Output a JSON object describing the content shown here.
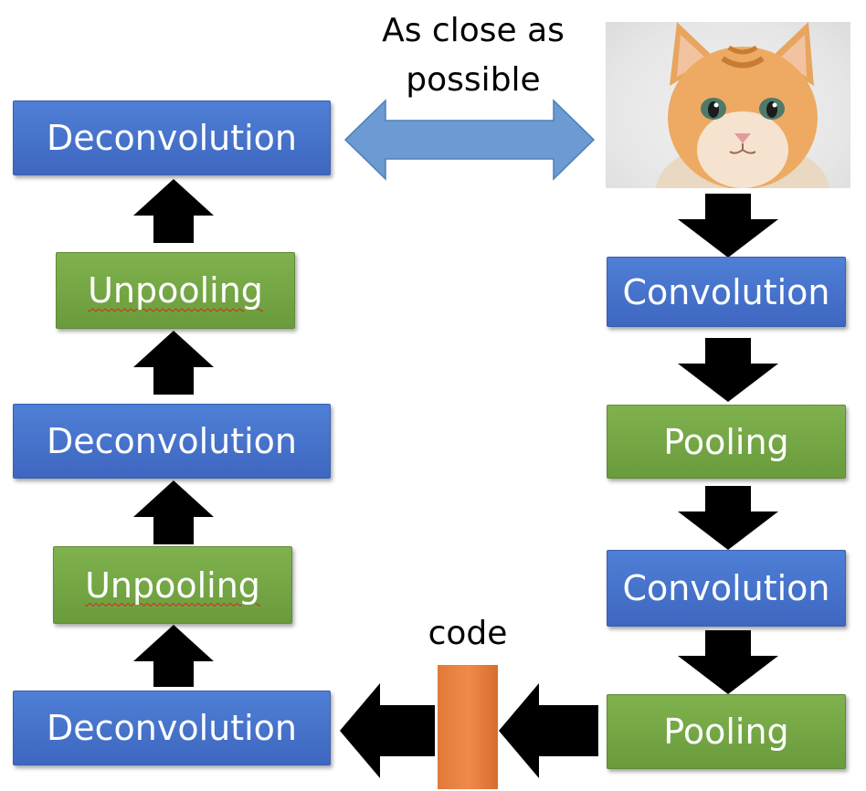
{
  "caption": {
    "line1": "As close as",
    "line2": "possible"
  },
  "code_label": "code",
  "encoder": {
    "conv1": "Convolution",
    "pool1": "Pooling",
    "conv2": "Convolution",
    "pool2": "Pooling"
  },
  "decoder": {
    "deconv_bottom": "Deconvolution",
    "unpool_lower": "Unpooling",
    "deconv_middle": "Deconvolution",
    "unpool_upper": "Unpooling",
    "deconv_top": "Deconvolution"
  },
  "colors": {
    "conv_box": "#4472c4",
    "pool_box": "#70ad47",
    "code_bar": "#ed7d31",
    "double_arrow": "#6b9bd2",
    "arrow": "#000000"
  },
  "image_subject": "kitten"
}
